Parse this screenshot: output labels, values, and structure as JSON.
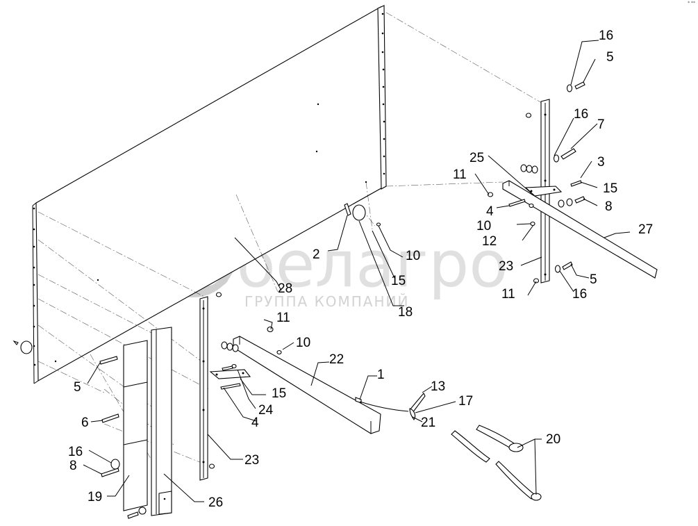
{
  "watermark": {
    "brand": "белагро",
    "subtitle": "ГРУППА КОМПАНИЙ"
  },
  "corner_mark": "* **",
  "callouts": [
    {
      "id": "c16a",
      "text": "16"
    },
    {
      "id": "c5a",
      "text": "5"
    },
    {
      "id": "c16b",
      "text": "16"
    },
    {
      "id": "c7",
      "text": "7"
    },
    {
      "id": "c25",
      "text": "25"
    },
    {
      "id": "c3",
      "text": "3"
    },
    {
      "id": "c11a",
      "text": "11"
    },
    {
      "id": "c15a",
      "text": "15"
    },
    {
      "id": "c8a",
      "text": "8"
    },
    {
      "id": "c4a",
      "text": "4"
    },
    {
      "id": "c27",
      "text": "27"
    },
    {
      "id": "c10a",
      "text": "10"
    },
    {
      "id": "c12",
      "text": "12"
    },
    {
      "id": "c2",
      "text": "2"
    },
    {
      "id": "c10b",
      "text": "10"
    },
    {
      "id": "c23a",
      "text": "23"
    },
    {
      "id": "c5b",
      "text": "5"
    },
    {
      "id": "c28",
      "text": "28"
    },
    {
      "id": "c15b",
      "text": "15"
    },
    {
      "id": "c11b",
      "text": "11"
    },
    {
      "id": "c16c",
      "text": "16"
    },
    {
      "id": "c18",
      "text": "18"
    },
    {
      "id": "c11c",
      "text": "11"
    },
    {
      "id": "c10c",
      "text": "10"
    },
    {
      "id": "c22",
      "text": "22"
    },
    {
      "id": "c5c",
      "text": "5"
    },
    {
      "id": "c1",
      "text": "1"
    },
    {
      "id": "c15c",
      "text": "15"
    },
    {
      "id": "c13",
      "text": "13"
    },
    {
      "id": "c24",
      "text": "24"
    },
    {
      "id": "c17",
      "text": "17"
    },
    {
      "id": "c4b",
      "text": "4"
    },
    {
      "id": "c21",
      "text": "21"
    },
    {
      "id": "c6",
      "text": "6"
    },
    {
      "id": "c20",
      "text": "20"
    },
    {
      "id": "c16d",
      "text": "16"
    },
    {
      "id": "c8b",
      "text": "8"
    },
    {
      "id": "c23b",
      "text": "23"
    },
    {
      "id": "c19",
      "text": "19"
    },
    {
      "id": "c26",
      "text": "26"
    }
  ]
}
